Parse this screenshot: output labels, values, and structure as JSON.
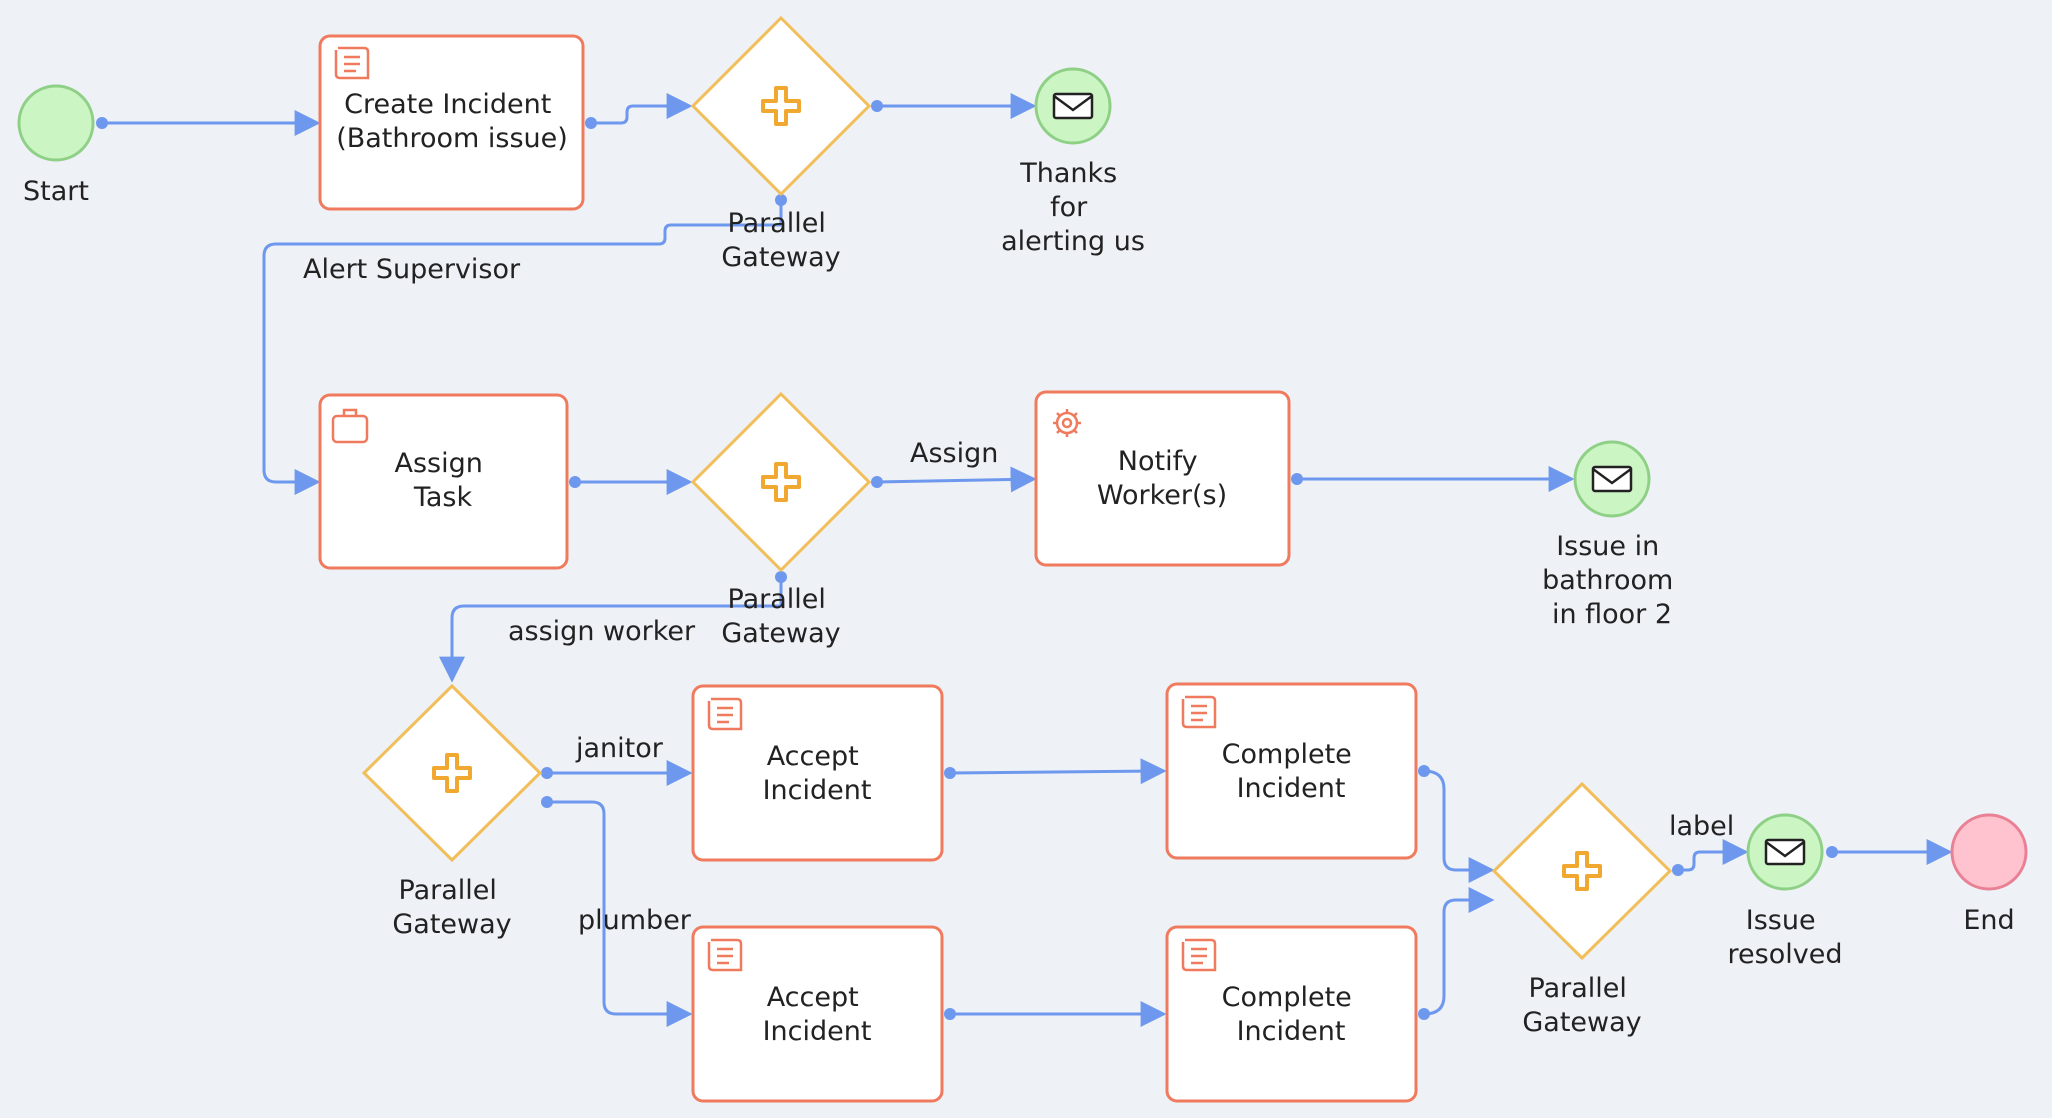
{
  "colors": {
    "background": "#eef1f5",
    "task_border": "#f07a5e",
    "gateway_border": "#f2be5a",
    "gateway_plus": "#f0a830",
    "flow_line": "#6e98ee",
    "start_fill": "#ccf5c4",
    "end_fill": "#ffc2cf"
  },
  "events": {
    "start": {
      "label": "Start"
    },
    "thanks": {
      "label": [
        "Thanks",
        "for",
        "alerting us"
      ],
      "icon": "envelope-icon"
    },
    "issue_floor": {
      "label": [
        "Issue in",
        "bathroom",
        "in floor 2"
      ],
      "icon": "envelope-icon"
    },
    "issue_resolved": {
      "label": [
        "Issue",
        "resolved"
      ],
      "icon": "envelope-icon"
    },
    "end": {
      "label": "End"
    }
  },
  "tasks": {
    "create_incident": {
      "label": [
        "Create Incident",
        "(Bathroom issue)"
      ],
      "icon": "script-icon"
    },
    "assign_task": {
      "label": [
        "Assign",
        "Task"
      ],
      "icon": "briefcase-icon"
    },
    "notify_workers": {
      "label": [
        "Notify",
        "Worker(s)"
      ],
      "icon": "gear-icon"
    },
    "accept_incident_1": {
      "label": [
        "Accept",
        "Incident"
      ],
      "icon": "script-icon"
    },
    "complete_incident_1": {
      "label": [
        "Complete",
        "Incident"
      ],
      "icon": "script-icon"
    },
    "accept_incident_2": {
      "label": [
        "Accept",
        "Incident"
      ],
      "icon": "script-icon"
    },
    "complete_incident_2": {
      "label": [
        "Complete",
        "Incident"
      ],
      "icon": "script-icon"
    }
  },
  "gateways": {
    "gw1": {
      "label": [
        "Parallel",
        "Gateway"
      ]
    },
    "gw2": {
      "label": [
        "Parallel",
        "Gateway"
      ]
    },
    "gw3": {
      "label": [
        "Parallel",
        "Gateway"
      ]
    },
    "gw4": {
      "label": [
        "Parallel",
        "Gateway"
      ]
    }
  },
  "flows": {
    "alert_supervisor": "Alert Supervisor",
    "assign": "Assign",
    "assign_worker": "assign worker",
    "janitor": "janitor",
    "plumber": "plumber",
    "label": "label"
  }
}
